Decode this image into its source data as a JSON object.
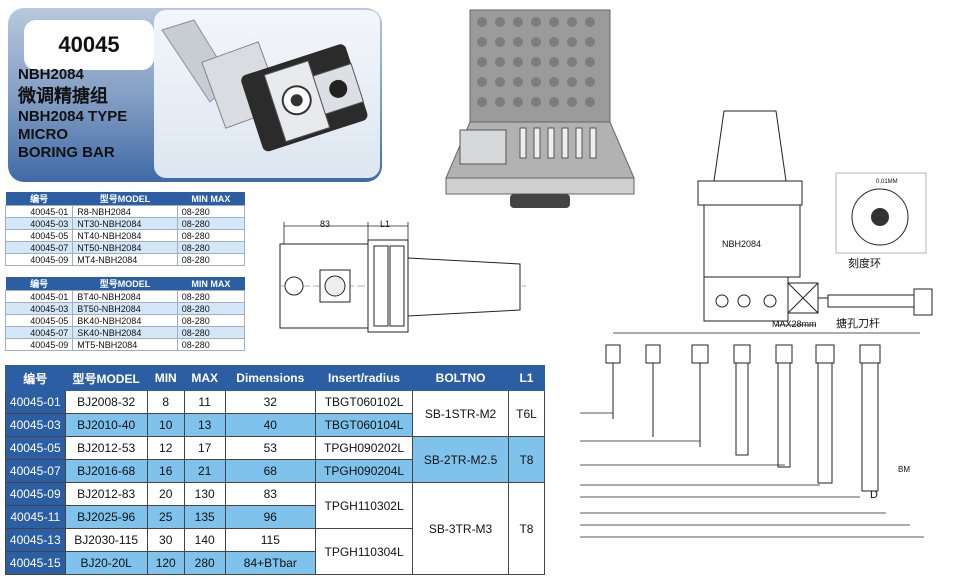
{
  "header": {
    "code": "40045",
    "model": "NBH2084",
    "title_cn": "微调精搪组",
    "title_en_1": "NBH2084 TYPE",
    "title_en_2": "MICRO",
    "title_en_3": "BORING BAR"
  },
  "small_table_1": {
    "headers": [
      "编号",
      "型号MODEL",
      "MIN MAX"
    ],
    "rows": [
      [
        "40045-01",
        "R8-NBH2084",
        "08-280"
      ],
      [
        "40045-03",
        "NT30-NBH2084",
        "08-280"
      ],
      [
        "40045-05",
        "NT40-NBH2084",
        "08-280"
      ],
      [
        "40045-07",
        "NT50-NBH2084",
        "08-280"
      ],
      [
        "40045-09",
        "MT4-NBH2084",
        "08-280"
      ]
    ]
  },
  "small_table_2": {
    "headers": [
      "编号",
      "型号MODEL",
      "MIN MAX"
    ],
    "rows": [
      [
        "40045-01",
        "BT40-NBH2084",
        "08-280"
      ],
      [
        "40045-03",
        "BT50-NBH2084",
        "08-280"
      ],
      [
        "40045-05",
        "BK40-NBH2084",
        "08-280"
      ],
      [
        "40045-07",
        "SK40-NBH2084",
        "08-280"
      ],
      [
        "40045-09",
        "MT5-NBH2084",
        "08-280"
      ]
    ]
  },
  "big_table": {
    "headers": [
      "编号",
      "型号MODEL",
      "MIN",
      "MAX",
      "Dimensions",
      "Insert/radius",
      "BOLTNO",
      "L1"
    ],
    "rows": [
      [
        "40045-01",
        "BJ2008-32",
        "8",
        "11",
        "32",
        "TBGT060102L"
      ],
      [
        "40045-03",
        "BJ2010-40",
        "10",
        "13",
        "40",
        "TBGT060104L"
      ],
      [
        "40045-05",
        "BJ2012-53",
        "12",
        "17",
        "53",
        "TPGH090202L"
      ],
      [
        "40045-07",
        "BJ2016-68",
        "16",
        "21",
        "68",
        "TPGH090204L"
      ],
      [
        "40045-09",
        "BJ2012-83",
        "20",
        "130",
        "83",
        ""
      ],
      [
        "40045-11",
        "BJ2025-96",
        "25",
        "135",
        "96",
        ""
      ],
      [
        "40045-13",
        "BJ2030-115",
        "30",
        "140",
        "115",
        ""
      ],
      [
        "40045-15",
        "BJ20-20L",
        "120",
        "280",
        "84+BTbar",
        ""
      ]
    ],
    "insert_merged_1": "TPGH110302L",
    "insert_merged_2": "TPGH110304L",
    "bolt_1": "SB-1STR-M2",
    "bolt_2": "SB-2TR-M2.5",
    "bolt_3": "SB-3TR-M3",
    "l1_1": "T6L",
    "l1_2": "T8",
    "l1_3": "T8"
  },
  "drawing": {
    "dim_83": "83",
    "dim_l1": "L1",
    "head_label": "NBH2084",
    "max_label": "MAX28mm",
    "dial_label": "刻度环",
    "bar_label": "搪孔刀杆",
    "d_label": "D",
    "bm_label": "BM",
    "dial_scale": "0.01MM"
  },
  "colors": {
    "table_header": "#2c5ea3",
    "row_alt": "#7fc3ec",
    "card_bottom": "#3f6aa6"
  }
}
